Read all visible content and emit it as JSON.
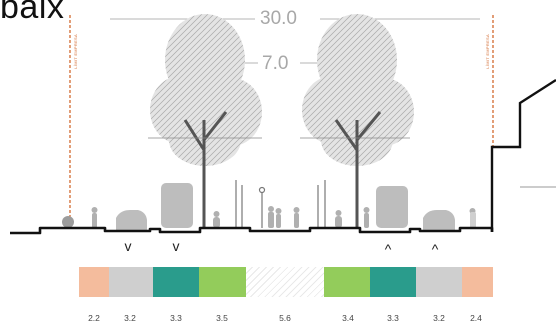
{
  "partial_title": "baix",
  "dimensions": {
    "total_width": "30.0",
    "inner_width": "7.0"
  },
  "limit_labels": {
    "left": "LÍMIT EMPRESA",
    "right": "LÍMIT EMPRESA"
  },
  "lane_arrows": [
    "v",
    "v",
    "^",
    "^"
  ],
  "lanes": [
    {
      "width": "2.2",
      "use": "sidewalk",
      "color": "#f4bc9d"
    },
    {
      "width": "3.2",
      "use": "parking",
      "color": "#cfcfcf"
    },
    {
      "width": "3.3",
      "use": "bus",
      "color": "#2a9c8c"
    },
    {
      "width": "3.5",
      "use": "bike",
      "color": "#93cc5b"
    },
    {
      "width": "5.6",
      "use": "median",
      "color": "#ffffff"
    },
    {
      "width": "3.4",
      "use": "bike",
      "color": "#93cc5b"
    },
    {
      "width": "3.3",
      "use": "bus",
      "color": "#2a9c8c"
    },
    {
      "width": "3.2",
      "use": "parking",
      "color": "#cfcfcf"
    },
    {
      "width": "2.4",
      "use": "sidewalk",
      "color": "#f4bc9d"
    }
  ],
  "colors": {
    "ground_line": "#111111",
    "limit_line": "#d2692e",
    "tree_foliage": "#c9c9c9",
    "vehicle": "#bdbdbd",
    "person": "#b0b0b0"
  }
}
